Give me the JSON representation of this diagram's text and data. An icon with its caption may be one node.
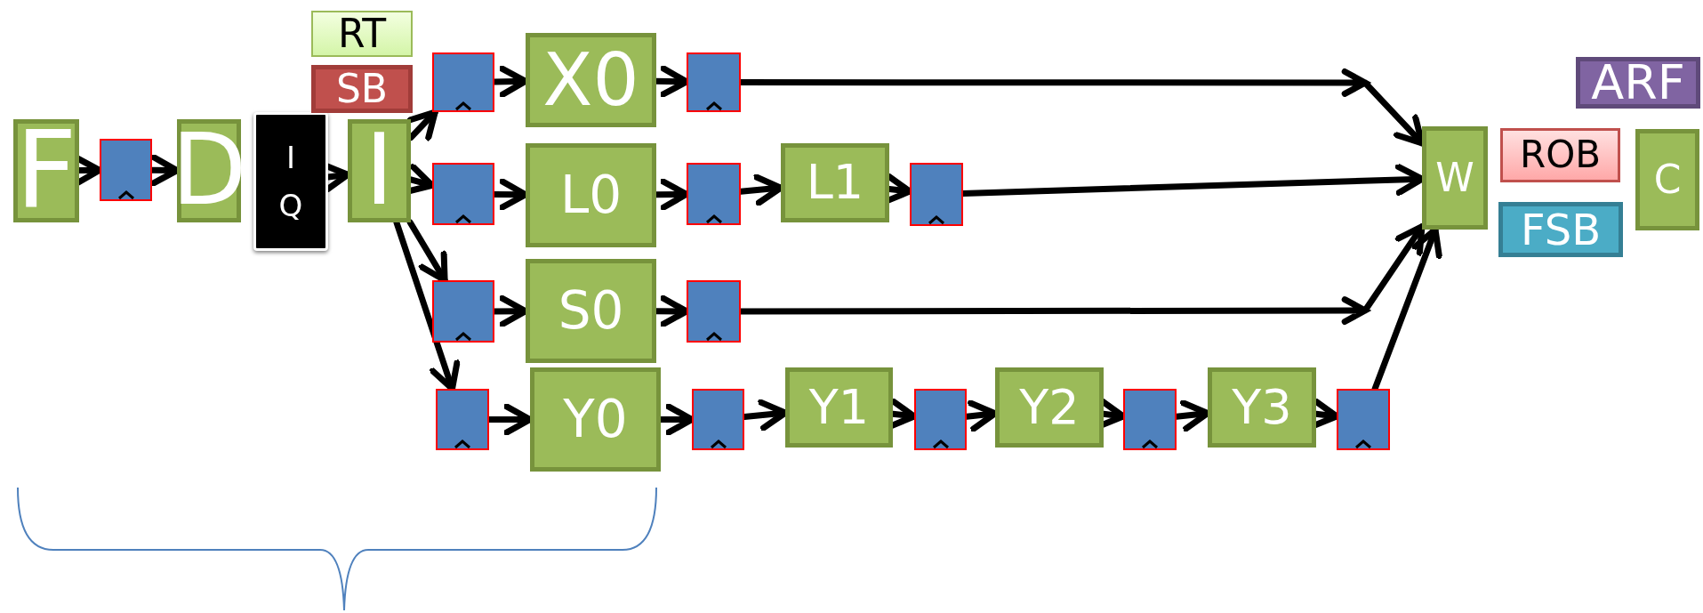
{
  "diagram": {
    "nodes": [
      {
        "text": [
          "F"
        ]
      },
      {
        "text": [],
        "shape": "box"
      },
      {
        "text": [
          "D"
        ]
      },
      {
        "text": [
          "I Q"
        ]
      },
      {
        "text": [
          "I"
        ]
      },
      {
        "text": [
          "RT"
        ]
      },
      {
        "text": [
          "SB"
        ]
      },
      {
        "text": [],
        "shape": "box"
      },
      {
        "text": [
          "X0"
        ]
      },
      {
        "text": [],
        "shape": "box"
      },
      {
        "text": [],
        "shape": "box"
      },
      {
        "text": [
          "L0"
        ]
      },
      {
        "text": [],
        "shape": "box"
      },
      {
        "text": [
          "L1"
        ]
      },
      {
        "text": [],
        "shape": "box"
      },
      {
        "text": [],
        "shape": "box"
      },
      {
        "text": [
          "S0"
        ]
      },
      {
        "text": [],
        "shape": "box"
      },
      {
        "text": [],
        "shape": "box"
      },
      {
        "text": [
          "Y0"
        ]
      },
      {
        "text": [],
        "shape": "box"
      },
      {
        "text": [
          "Y1"
        ]
      },
      {
        "text": [],
        "shape": "box"
      },
      {
        "text": [
          "Y2"
        ]
      },
      {
        "text": [],
        "shape": "box"
      },
      {
        "text": [
          "Y3"
        ]
      },
      {
        "text": [],
        "shape": "box"
      },
      {
        "text": [
          "W"
        ]
      },
      {
        "text": [
          "ARF"
        ]
      },
      {
        "text": [
          "ROB"
        ]
      },
      {
        "text": [
          "FSB"
        ]
      },
      {
        "text": [
          "C"
        ]
      }
    ],
    "edges": [
      {
        "from": 0,
        "to": 1,
        "arrow": "to"
      },
      {
        "from": 1,
        "to": 2,
        "arrow": "to"
      },
      {
        "from": 3,
        "to": 4,
        "arrow": "to"
      },
      {
        "from": 4,
        "to": 7,
        "arrow": "to"
      },
      {
        "from": 4,
        "to": 10,
        "arrow": "to"
      },
      {
        "from": 4,
        "to": 15,
        "arrow": "to"
      },
      {
        "from": 4,
        "to": 18,
        "arrow": "to"
      },
      {
        "from": 7,
        "to": 8,
        "arrow": "to"
      },
      {
        "from": 8,
        "to": 9,
        "arrow": "to"
      },
      {
        "from": 9,
        "to": 27,
        "arrow": "to"
      },
      {
        "from": 10,
        "to": 11,
        "arrow": "to"
      },
      {
        "from": 11,
        "to": 12,
        "arrow": "to"
      },
      {
        "from": 12,
        "to": 13,
        "arrow": "to"
      },
      {
        "from": 13,
        "to": 14,
        "arrow": "to"
      },
      {
        "from": 14,
        "to": 27,
        "arrow": "to"
      },
      {
        "from": 15,
        "to": 16,
        "arrow": "to"
      },
      {
        "from": 16,
        "to": 17,
        "arrow": "to"
      },
      {
        "from": 17,
        "to": 27,
        "arrow": "to"
      },
      {
        "from": 18,
        "to": 19,
        "arrow": "to"
      },
      {
        "from": 19,
        "to": 20,
        "arrow": "to"
      },
      {
        "from": 20,
        "to": 21,
        "arrow": "to"
      },
      {
        "from": 21,
        "to": 22,
        "arrow": "to"
      },
      {
        "from": 22,
        "to": 23,
        "arrow": "to"
      },
      {
        "from": 23,
        "to": 24,
        "arrow": "to"
      },
      {
        "from": 24,
        "to": 25,
        "arrow": "to"
      },
      {
        "from": 25,
        "to": 26,
        "arrow": "to"
      },
      {
        "from": 26,
        "to": 27,
        "arrow": "to"
      }
    ]
  }
}
